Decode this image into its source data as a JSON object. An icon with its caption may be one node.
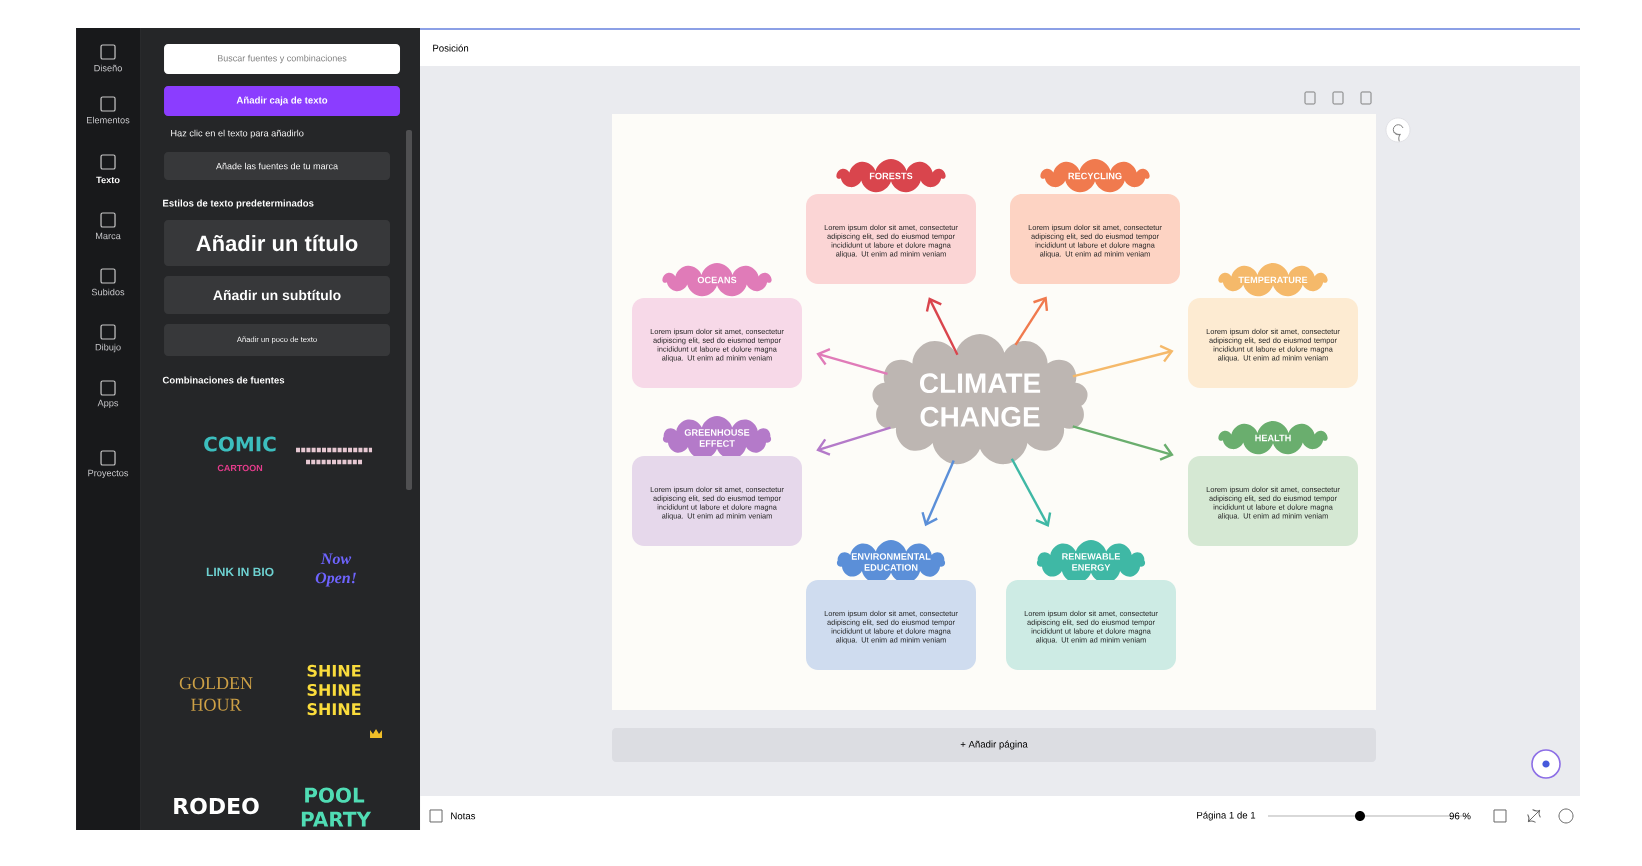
{
  "diagram": {
    "nodes": [
      {
        "text": [
          "CLIMATE CHANGE"
        ]
      },
      {
        "text": [
          "FORESTS",
          "Lorem ipsum dolor sit amet, consectetur adipiscing elit, sed do eiusmod tempor incididunt ut labore et dolore magna aliqua. Ut enim ad minim veniam"
        ]
      },
      {
        "text": [
          "RECYCLING",
          "Lorem ipsum dolor sit amet, consectetur adipiscing elit, sed do eiusmod tempor incididunt ut labore et dolore magna aliqua. Ut enim ad minim veniam"
        ]
      },
      {
        "text": [
          "OCEANS",
          "Lorem ipsum dolor sit amet, consectetur adipiscing elit, sed do eiusmod tempor incididunt ut labore et dolore magna aliqua. Ut enim ad minim veniam"
        ]
      },
      {
        "text": [
          "TEMPERATURE",
          "Lorem ipsum dolor sit amet, consectetur adipiscing elit, sed do eiusmod tempor incididunt ut labore et dolore magna aliqua. Ut enim ad minim veniam"
        ]
      },
      {
        "text": [
          "GREENHOUSE EFFECT",
          "Lorem ipsum dolor sit amet, consectetur adipiscing elit, sed do eiusmod tempor incididunt ut labore et dolore magna aliqua. Ut enim ad minim veniam"
        ]
      },
      {
        "text": [
          "HEALTH",
          "Lorem ipsum dolor sit amet, consectetur adipiscing elit, sed do eiusmod tempor incididunt ut labore et dolore magna aliqua. Ut enim ad minim veniam"
        ]
      },
      {
        "text": [
          "ENVIRONMENTAL EDUCATION",
          "Lorem ipsum dolor sit amet, consectetur adipiscing elit, sed do eiusmod tempor incididunt ut labore et dolore magna aliqua. Ut enim ad minim veniam"
        ]
      },
      {
        "text": [
          "RENEWABLE ENERGY",
          "Lorem ipsum dolor sit amet, consectetur adipiscing elit, sed do eiusmod tempor incididunt ut labore et dolore magna aliqua. Ut enim ad minim veniam"
        ]
      }
    ],
    "edges": [
      {
        "from": 0,
        "to": 1,
        "arrow": "to",
        "color": "#d9454d"
      },
      {
        "from": 0,
        "to": 2,
        "arrow": "to",
        "color": "#f07a4e"
      },
      {
        "from": 0,
        "to": 3,
        "arrow": "to",
        "color": "#e07bb8"
      },
      {
        "from": 0,
        "to": 4,
        "arrow": "to",
        "color": "#f5b96a"
      },
      {
        "from": 0,
        "to": 5,
        "arrow": "to",
        "color": "#b47ac9"
      },
      {
        "from": 0,
        "to": 6,
        "arrow": "to",
        "color": "#6aae6e"
      },
      {
        "from": 0,
        "to": 7,
        "arrow": "to",
        "color": "#5b8fd8"
      },
      {
        "from": 0,
        "to": 8,
        "arrow": "to",
        "color": "#3fb8a5"
      }
    ],
    "labels": [
      "Diseño",
      "Elementos",
      "Texto",
      "Marca",
      "Subidos",
      "Dibujo",
      "Apps",
      "Proyectos",
      "Buscar fuentes y combinaciones",
      "Añadir caja de texto",
      "Haz clic en el texto para añadirlo",
      "Añade las fuentes de tu marca",
      "Estilos de texto predeterminados",
      "Añadir un título",
      "Añadir un subtítulo",
      "Añadir un poco de texto",
      "Combinaciones de fuentes",
      "COMIC",
      "CARTOON",
      "LINK IN BIO",
      "Now Open!",
      "GOLDEN HOUR",
      "SHINE SHINE SHINE",
      "RODEO",
      "POOL PARTY",
      "Posición",
      "+ Añadir página",
      "Notas",
      "Página 1 de 1",
      "96 %"
    ]
  }
}
